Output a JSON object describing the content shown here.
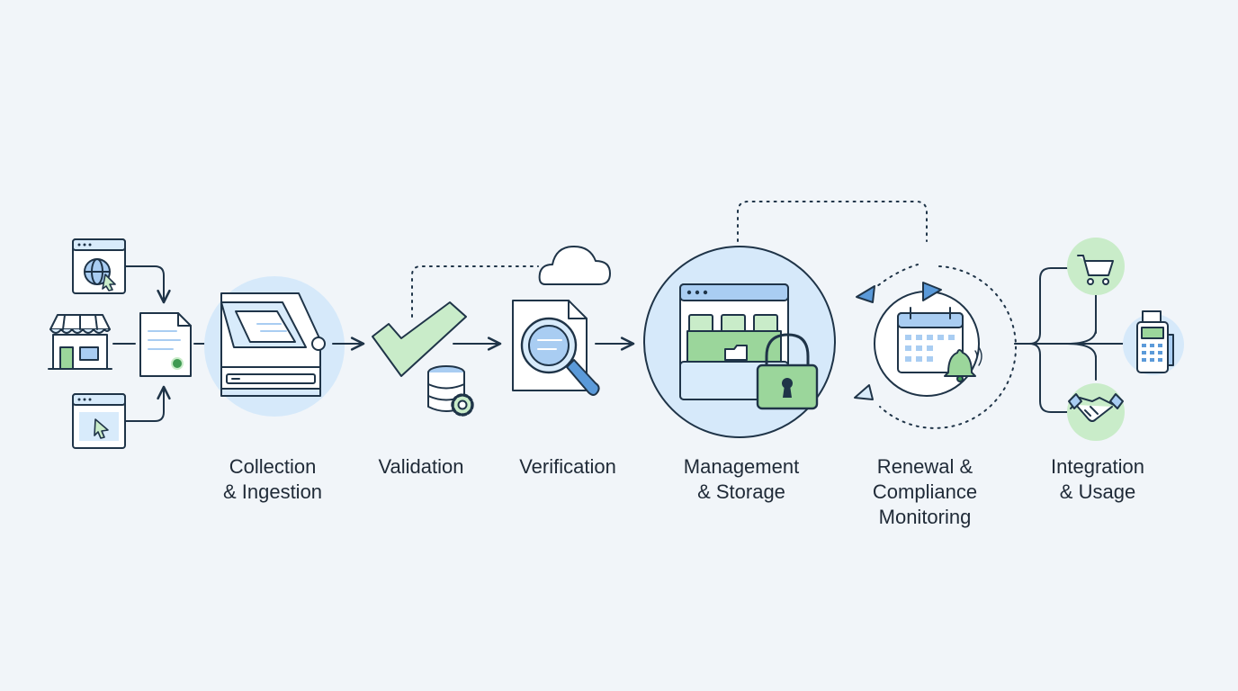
{
  "colors": {
    "background": "#f1f5f9",
    "line": "#1f3448",
    "blue_fill": "#d8ebfb",
    "blue_mid": "#a9cdf2",
    "blue_accent": "#5b9ad9",
    "green_fill": "#c9ecc9",
    "green_mid": "#9bd69b",
    "green_dark": "#3f9a52",
    "circle_halo": "#d6e9fa"
  },
  "stages": [
    {
      "id": "collection",
      "lines": [
        "Collection",
        "& Ingestion"
      ],
      "icon": "scanner-icon"
    },
    {
      "id": "validation",
      "lines": [
        "Validation"
      ],
      "icon": "checkmark-database-icon"
    },
    {
      "id": "verification",
      "lines": [
        "Verification"
      ],
      "icon": "magnifier-document-icon"
    },
    {
      "id": "management",
      "lines": [
        "Management",
        "& Storage"
      ],
      "icon": "locked-storage-icon"
    },
    {
      "id": "renewal",
      "lines": [
        "Renewal &",
        "Compliance",
        "Monitoring"
      ],
      "icon": "calendar-bell-icon"
    },
    {
      "id": "integration",
      "lines": [
        "Integration",
        "& Usage"
      ],
      "icon": "pos-terminal-icon"
    }
  ],
  "sources": [
    "web-browser-globe-icon",
    "storefront-icon",
    "web-browser-cursor-icon"
  ],
  "outputs": [
    "shopping-cart-icon",
    "pos-terminal-icon",
    "handshake-icon"
  ]
}
